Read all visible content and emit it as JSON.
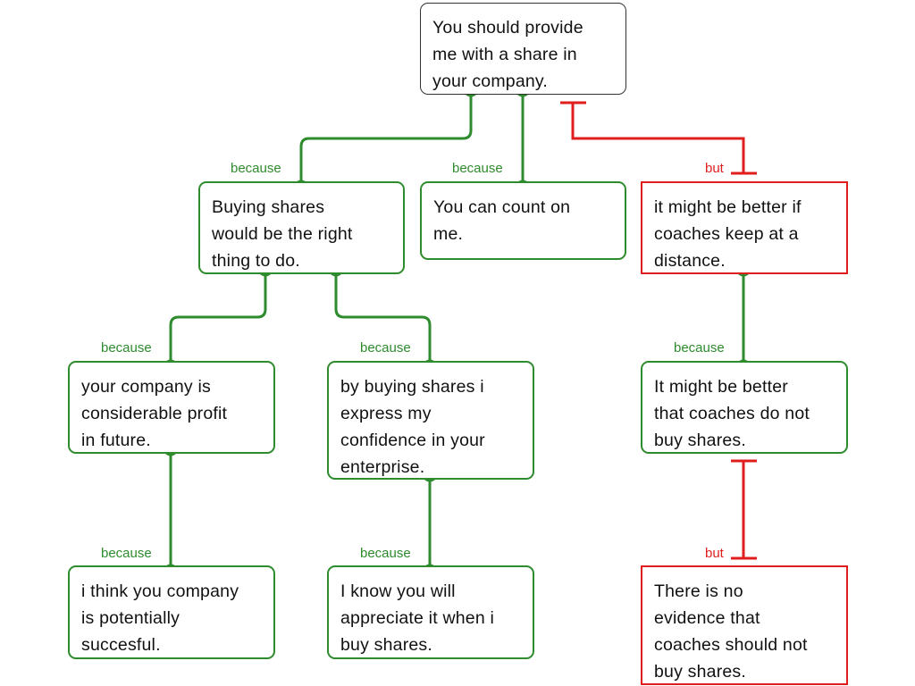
{
  "colors": {
    "support": "#2e8b2e",
    "objection": "#e01e1e",
    "root_border": "#333333"
  },
  "nodes": {
    "root": {
      "lines": [
        "You should provide",
        "me with a share in",
        "your company."
      ]
    },
    "buying": {
      "lines": [
        "Buying shares",
        "would be the right",
        "thing to do."
      ]
    },
    "count": {
      "lines": [
        "You can count on",
        "me."
      ]
    },
    "distance": {
      "lines": [
        "it might be better if",
        "coaches keep at a",
        "distance."
      ]
    },
    "profit": {
      "lines": [
        "your company is",
        "considerable profit",
        "in future."
      ]
    },
    "confidence": {
      "lines": [
        "by buying shares i",
        "express my",
        "confidence in your",
        "enterprise."
      ]
    },
    "better": {
      "lines": [
        "It might be better",
        "that coaches do not",
        "buy shares."
      ]
    },
    "successful": {
      "lines": [
        "i think you company",
        "is potentially",
        "succesful."
      ]
    },
    "appreciate": {
      "lines": [
        "I know you will",
        "appreciate it when i",
        "buy shares."
      ]
    },
    "evidence": {
      "lines": [
        "There is no",
        "evidence that",
        "coaches should not",
        "buy shares."
      ]
    }
  },
  "labels": {
    "buying": "because",
    "count": "because",
    "distance": "but",
    "profit": "because",
    "confidence": "because",
    "better": "because",
    "successful": "because",
    "appreciate": "because",
    "evidence": "but"
  }
}
